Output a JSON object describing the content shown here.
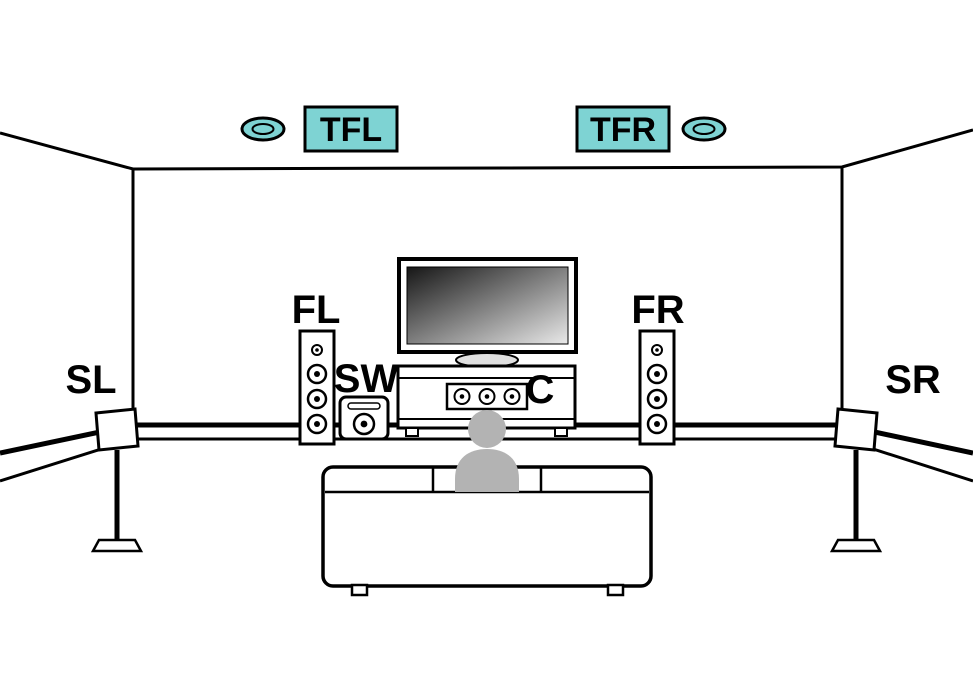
{
  "colors": {
    "teal": "#7ed3d3",
    "outline": "#000000",
    "person": "#b3b3b3",
    "background": "#ffffff"
  },
  "labels": {
    "top_front_left": "TFL",
    "top_front_right": "TFR",
    "front_left": "FL",
    "front_right": "FR",
    "subwoofer": "SW",
    "center": "C",
    "surround_left": "SL",
    "surround_right": "SR"
  },
  "icons": {
    "ceiling_speaker_left": "ceiling-speaker-oval",
    "ceiling_speaker_right": "ceiling-speaker-oval"
  }
}
